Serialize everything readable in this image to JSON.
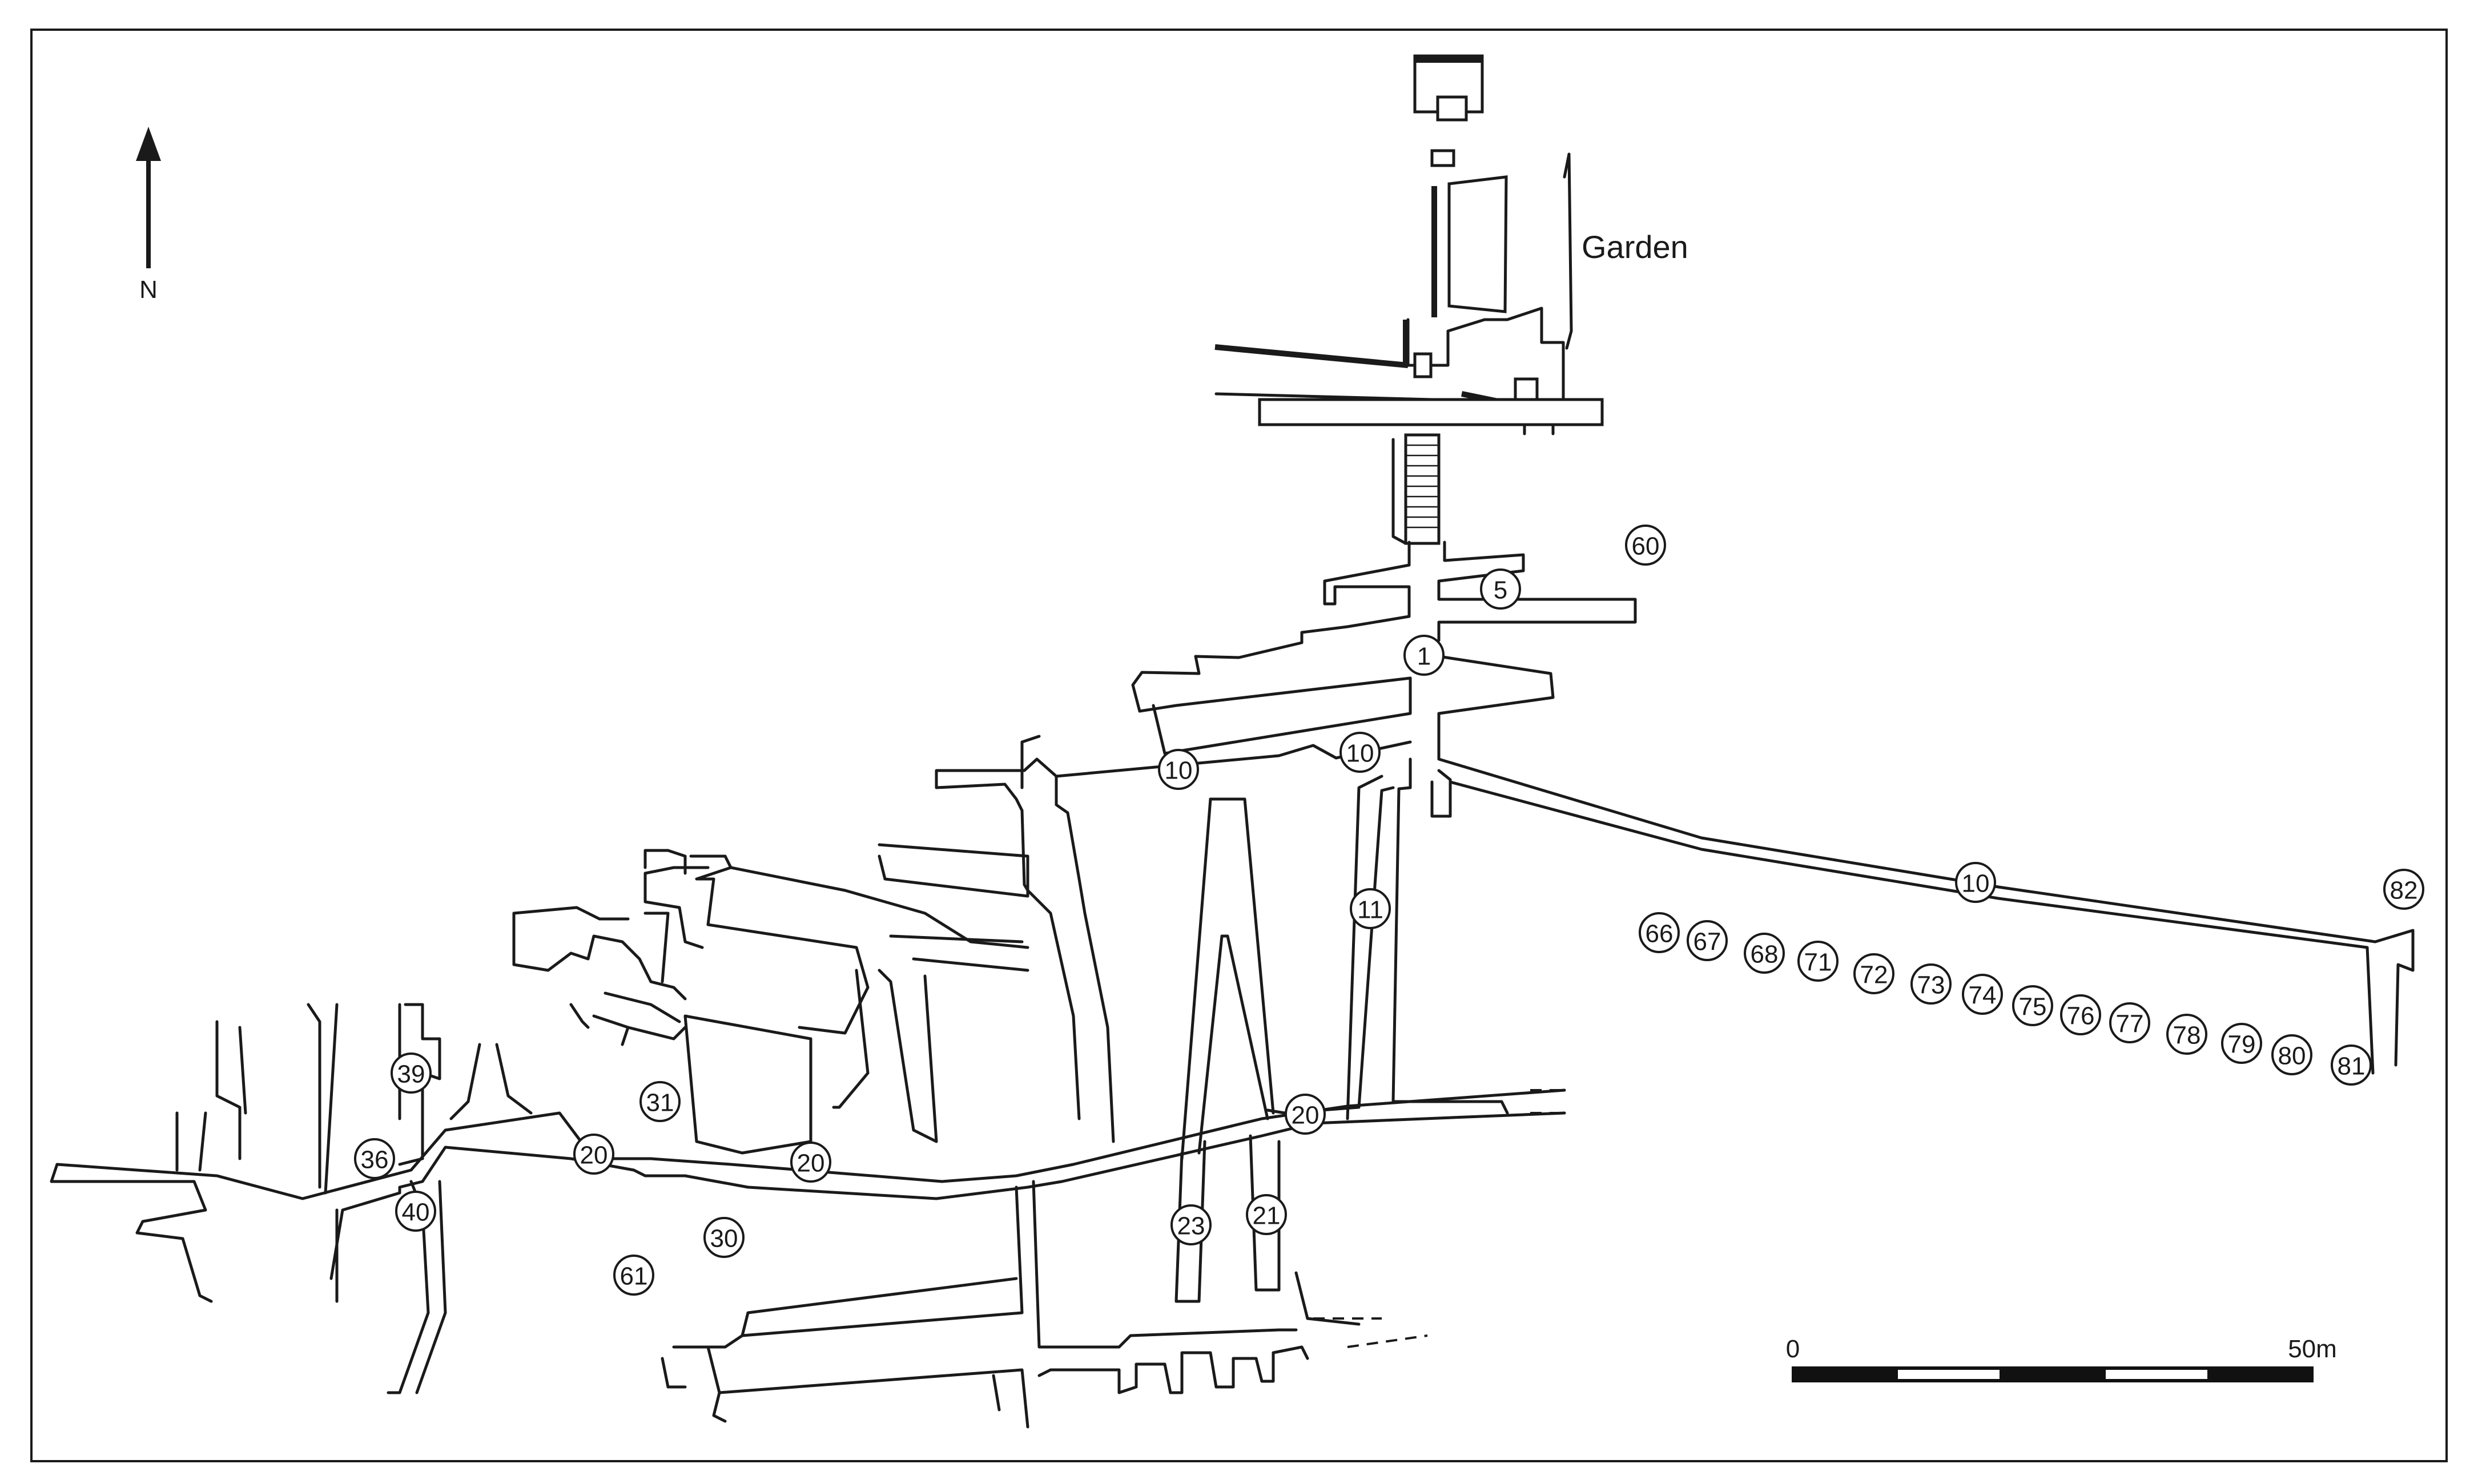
{
  "north_label": "N",
  "area_label": "Garden",
  "scale": {
    "start": "0",
    "end": "50m"
  },
  "markers": [
    {
      "id": "m60",
      "label": "60"
    },
    {
      "id": "m5",
      "label": "5"
    },
    {
      "id": "m1",
      "label": "1"
    },
    {
      "id": "m10a",
      "label": "10"
    },
    {
      "id": "m10b",
      "label": "10"
    },
    {
      "id": "m10c",
      "label": "10"
    },
    {
      "id": "m11",
      "label": "11"
    },
    {
      "id": "m82",
      "label": "82"
    },
    {
      "id": "m66",
      "label": "66"
    },
    {
      "id": "m67",
      "label": "67"
    },
    {
      "id": "m68",
      "label": "68"
    },
    {
      "id": "m71",
      "label": "71"
    },
    {
      "id": "m72",
      "label": "72"
    },
    {
      "id": "m73",
      "label": "73"
    },
    {
      "id": "m74",
      "label": "74"
    },
    {
      "id": "m75",
      "label": "75"
    },
    {
      "id": "m76",
      "label": "76"
    },
    {
      "id": "m77",
      "label": "77"
    },
    {
      "id": "m78",
      "label": "78"
    },
    {
      "id": "m79",
      "label": "79"
    },
    {
      "id": "m80",
      "label": "80"
    },
    {
      "id": "m81",
      "label": "81"
    },
    {
      "id": "m39",
      "label": "39"
    },
    {
      "id": "m36",
      "label": "36"
    },
    {
      "id": "m40",
      "label": "40"
    },
    {
      "id": "m31",
      "label": "31"
    },
    {
      "id": "m20a",
      "label": "20"
    },
    {
      "id": "m20b",
      "label": "20"
    },
    {
      "id": "m20c",
      "label": "20"
    },
    {
      "id": "m30",
      "label": "30"
    },
    {
      "id": "m61",
      "label": "61"
    },
    {
      "id": "m23",
      "label": "23"
    },
    {
      "id": "m21",
      "label": "21"
    }
  ]
}
